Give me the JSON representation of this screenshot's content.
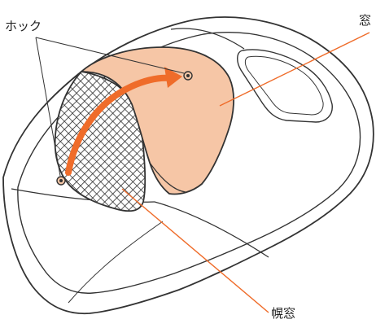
{
  "labels": {
    "hook": "ホック",
    "cover_edge": "窓",
    "hood_window": "幌窓"
  },
  "colors": {
    "cover_fill": "#f6c6a6",
    "arrow": "#ef6c2a",
    "outline": "#333333",
    "leader_line": "#ef6c2a"
  }
}
